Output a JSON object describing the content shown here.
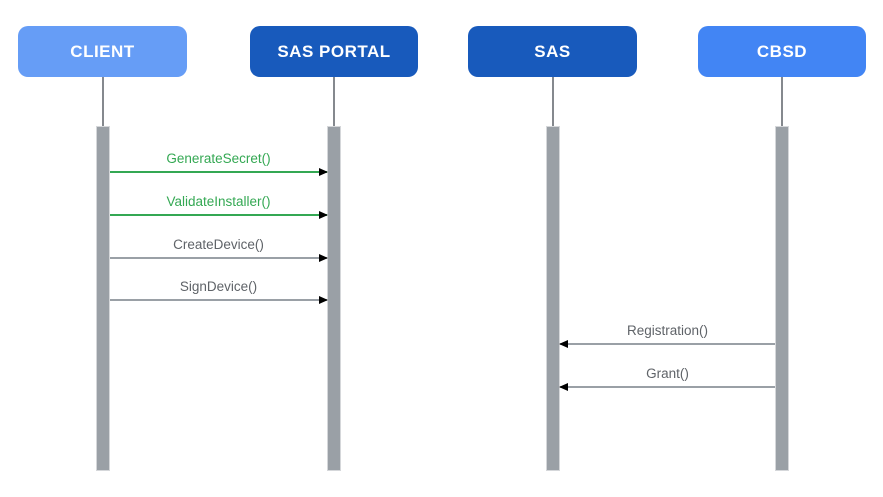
{
  "diagram": {
    "type": "sequence-diagram",
    "actors": [
      {
        "id": "client",
        "label": "CLIENT",
        "color": "#669DF6"
      },
      {
        "id": "sas-portal",
        "label": "SAS PORTAL",
        "color": "#185ABC"
      },
      {
        "id": "sas",
        "label": "SAS",
        "color": "#185ABC"
      },
      {
        "id": "cbsd",
        "label": "CBSD",
        "color": "#4285F4"
      }
    ],
    "messages": [
      {
        "label": "GenerateSecret()",
        "from": "CLIENT",
        "to": "SAS PORTAL",
        "direction": "right",
        "color": "#34A853"
      },
      {
        "label": "ValidateInstaller()",
        "from": "CLIENT",
        "to": "SAS PORTAL",
        "direction": "right",
        "color": "#34A853"
      },
      {
        "label": "CreateDevice()",
        "from": "CLIENT",
        "to": "SAS PORTAL",
        "direction": "right",
        "color": "#9AA0A6"
      },
      {
        "label": "SignDevice()",
        "from": "CLIENT",
        "to": "SAS PORTAL",
        "direction": "right",
        "color": "#9AA0A6"
      },
      {
        "label": "Registration()",
        "from": "CBSD",
        "to": "SAS",
        "direction": "left",
        "color": "#9AA0A6"
      },
      {
        "label": "Grant()",
        "from": "CBSD",
        "to": "SAS",
        "direction": "left",
        "color": "#9AA0A6"
      }
    ],
    "colors": {
      "background": "#FFFFFF",
      "lifeline": "#85898E",
      "activation_bar": "#9AA0A6",
      "green_message": "#34A853",
      "gray_message_line": "#9AA0A6",
      "gray_message_text": "#5F6368",
      "actor_text": "#FFFFFF"
    }
  }
}
